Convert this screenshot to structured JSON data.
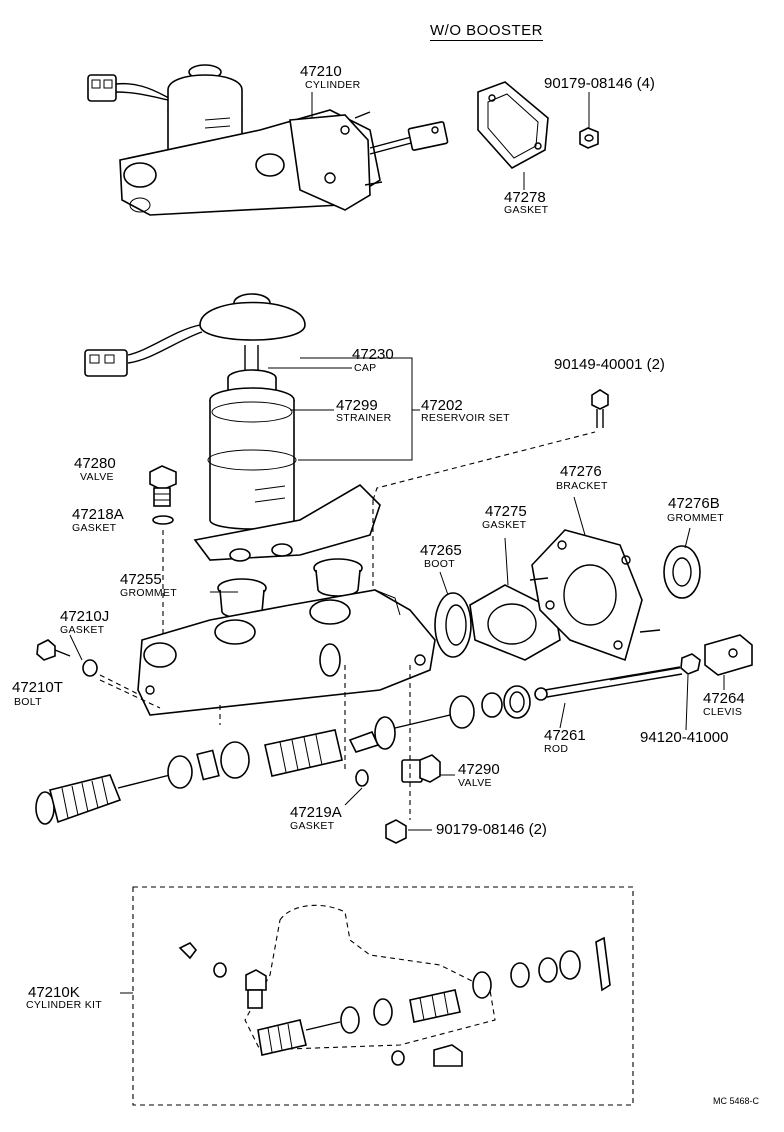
{
  "header": {
    "title": "W/O BOOSTER"
  },
  "footer": {
    "code": "MC 5468-C"
  },
  "parts": {
    "p47210": {
      "num": "47210",
      "name": "CYLINDER"
    },
    "p90179_4": {
      "num": "90179-08146 (4)"
    },
    "p47278": {
      "num": "47278",
      "name": "GASKET"
    },
    "p47230": {
      "num": "47230",
      "name": "CAP"
    },
    "p90149": {
      "num": "90149-40001 (2)"
    },
    "p47299": {
      "num": "47299",
      "name": "STRAINER"
    },
    "p47202": {
      "num": "47202",
      "name": "RESERVOIR SET"
    },
    "p47280": {
      "num": "47280",
      "name": "VALVE"
    },
    "p47276": {
      "num": "47276",
      "name": "BRACKET"
    },
    "p47218A": {
      "num": "47218A",
      "name": "GASKET"
    },
    "p47275": {
      "num": "47275",
      "name": "GASKET"
    },
    "p47276B": {
      "num": "47276B",
      "name": "GROMMET"
    },
    "p47265": {
      "num": "47265",
      "name": "BOOT"
    },
    "p47255": {
      "num": "47255",
      "name": "GROMMET"
    },
    "p47210J": {
      "num": "47210J",
      "name": "GASKET"
    },
    "p47264": {
      "num": "47264",
      "name": "CLEVIS"
    },
    "p47210T": {
      "num": "47210T",
      "name": "BOLT"
    },
    "p47261": {
      "num": "47261",
      "name": "ROD"
    },
    "p94120": {
      "num": "94120-41000"
    },
    "p47290": {
      "num": "47290",
      "name": "VALVE"
    },
    "p47219A": {
      "num": "47219A",
      "name": "GASKET"
    },
    "p90179_2": {
      "num": "90179-08146 (2)"
    },
    "p47210K": {
      "num": "47210K",
      "name": "CYLINDER KIT"
    }
  }
}
